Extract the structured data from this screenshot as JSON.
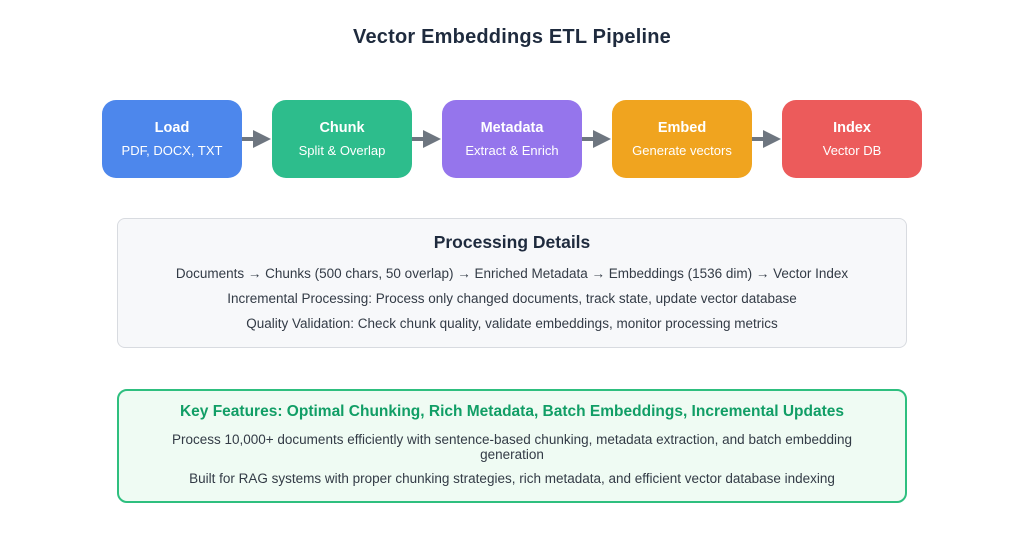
{
  "title": "Vector Embeddings ETL Pipeline",
  "pipeline": {
    "arrow_color": "#6e7680",
    "stages": [
      {
        "label": "Load",
        "sublabel": "PDF, DOCX, TXT",
        "color": "#4d87ec"
      },
      {
        "label": "Chunk",
        "sublabel": "Split & Overlap",
        "color": "#2dbd8c"
      },
      {
        "label": "Metadata",
        "sublabel": "Extract & Enrich",
        "color": "#9575ec"
      },
      {
        "label": "Embed",
        "sublabel": "Generate vectors",
        "color": "#f0a41f"
      },
      {
        "label": "Index",
        "sublabel": "Vector DB",
        "color": "#ec5b5b"
      }
    ]
  },
  "processing_details": {
    "title": "Processing Details",
    "lines": [
      "Documents → Chunks (500 chars, 50 overlap) → Enriched Metadata → Embeddings (1536 dim) → Vector Index",
      "Incremental Processing: Process only changed documents, track state, update vector database",
      "Quality Validation: Check chunk quality, validate embeddings, monitor processing metrics"
    ]
  },
  "key_features": {
    "heading": "Key Features: Optimal Chunking, Rich Metadata, Batch Embeddings, Incremental Updates",
    "accent_color": "#119e66",
    "border_color": "#2ebf7f",
    "background_color": "#effbf3",
    "lines": [
      "Process 10,000+ documents efficiently with sentence-based chunking, metadata extraction, and batch embedding generation",
      "Built for RAG systems with proper chunking strategies, rich metadata, and efficient vector database indexing"
    ]
  }
}
